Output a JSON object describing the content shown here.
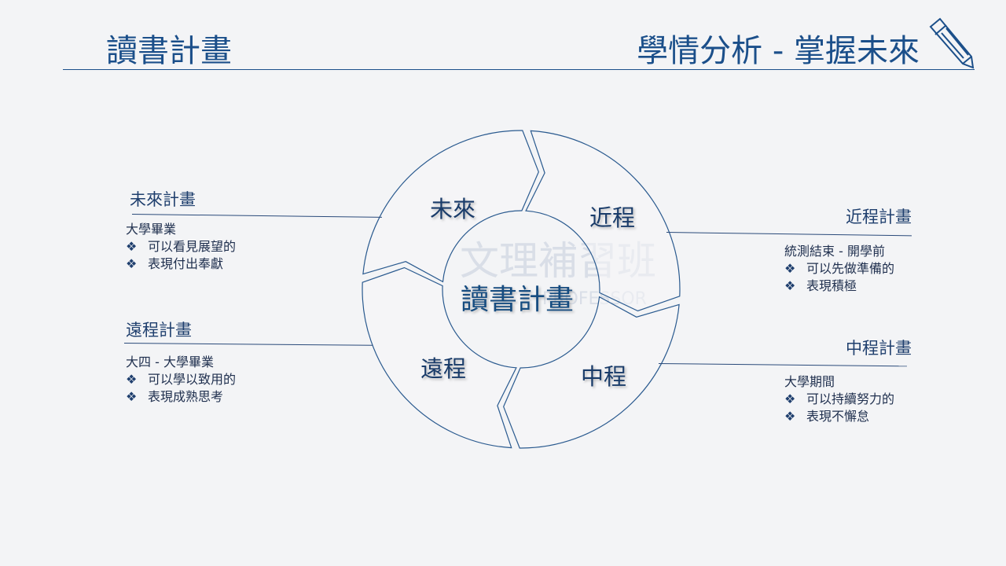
{
  "header": {
    "left_title": "讀書計畫",
    "right_title": "學情分析 - 掌握未來",
    "icon": "pencil-icon"
  },
  "watermark": {
    "logo_text": "文理補習班",
    "logo_sub": "PROFESSOR"
  },
  "diagram": {
    "center": "讀書計畫",
    "segments": [
      {
        "label": "未來"
      },
      {
        "label": "近程"
      },
      {
        "label": "中程"
      },
      {
        "label": "遠程"
      }
    ],
    "stroke_color": "#2a5a8f"
  },
  "plans": {
    "future": {
      "title": "未來計畫",
      "subtitle": "大學畢業",
      "bullets": [
        "可以看見展望的",
        "表現付出奉獻"
      ]
    },
    "short": {
      "title": "近程計畫",
      "subtitle": "統測結束 - 開學前",
      "bullets": [
        "可以先做準備的",
        "表現積極"
      ]
    },
    "long": {
      "title": "遠程計畫",
      "subtitle": "大四 - 大學畢業",
      "bullets": [
        "可以學以致用的",
        "表現成熟思考"
      ]
    },
    "mid": {
      "title": "中程計畫",
      "subtitle": "大學期間",
      "bullets": [
        "可以持續努力的",
        "表現不懈怠"
      ]
    },
    "bullet_glyph": "❖"
  }
}
